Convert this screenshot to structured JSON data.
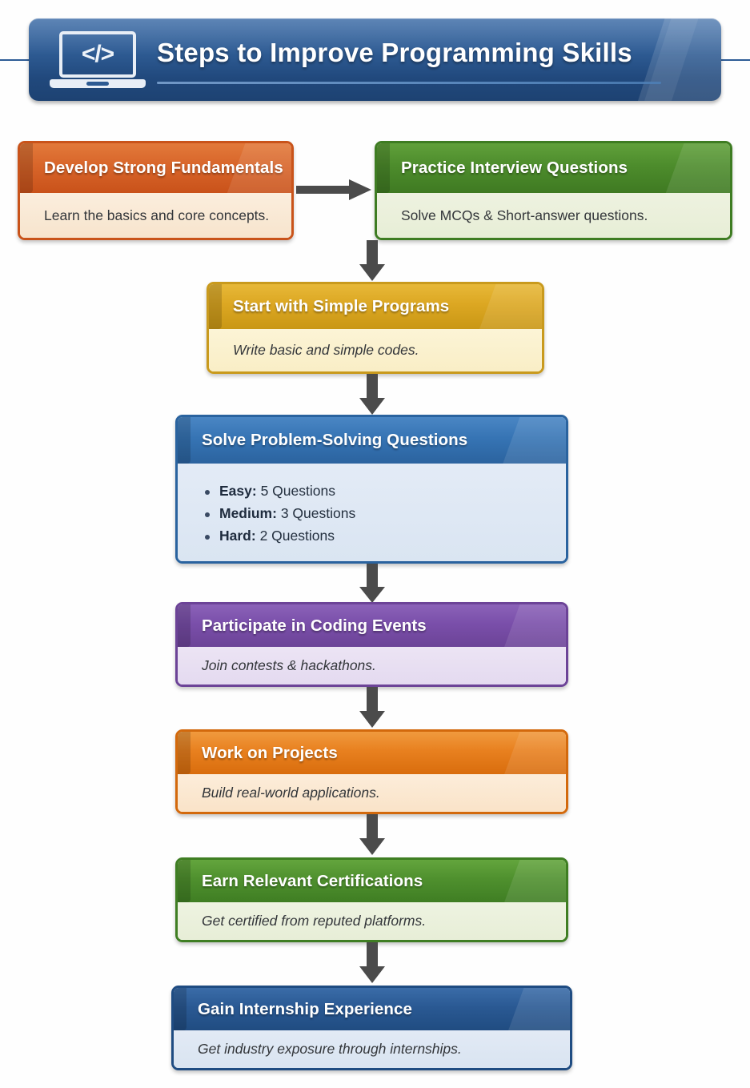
{
  "header": {
    "title": "Steps to Improve Programming Skills",
    "icon": "laptop-code-icon",
    "icon_glyph": "</>",
    "bg_color": "#2e5b93",
    "text_color": "#ffffff"
  },
  "flow": {
    "steps": [
      {
        "id": "develop-strong-fundamentals",
        "title": "Develop Strong Fundamentals",
        "body": "Learn the basics and core concepts.",
        "theme": "t-orange",
        "accent_color": "#d8652a"
      },
      {
        "id": "practice-interview-questions",
        "title": "Practice Interview Questions",
        "body": "Solve MCQs & Short-answer questions.",
        "theme": "t-green",
        "accent_color": "#4d8c2c"
      },
      {
        "id": "start-with-simple-programs",
        "title": "Start with Simple Programs",
        "body": "Write basic and simple codes.",
        "theme": "t-gold",
        "accent_color": "#dca722"
      },
      {
        "id": "solve-problem-solving-questions",
        "title": "Solve Problem-Solving Questions",
        "body": "",
        "theme": "t-blue",
        "accent_color": "#3674b4",
        "bullets": [
          {
            "label": "Easy:",
            "value": "5 Questions"
          },
          {
            "label": "Medium:",
            "value": "3 Questions"
          },
          {
            "label": "Hard:",
            "value": "2 Questions"
          }
        ]
      },
      {
        "id": "participate-in-coding-events",
        "title": "Participate in Coding Events",
        "body": "Join contests & hackathons.",
        "theme": "t-purple",
        "accent_color": "#7a4faa"
      },
      {
        "id": "work-on-projects",
        "title": "Work on Projects",
        "body": "Build real-world applications.",
        "theme": "t-orange2",
        "accent_color": "#e8801f"
      },
      {
        "id": "earn-relevant-certifications",
        "title": "Earn Relevant Certifications",
        "body": "Get certified from reputed platforms.",
        "theme": "t-green2",
        "accent_color": "#4f902e"
      },
      {
        "id": "gain-internship-experience",
        "title": "Gain Internship Experience",
        "body": "Get industry exposure through internships.",
        "theme": "t-navy",
        "accent_color": "#2a5993"
      }
    ],
    "connectors": [
      {
        "id": "connector-1",
        "type": "arrow-right",
        "from": "develop-strong-fundamentals",
        "to": "practice-interview-questions"
      },
      {
        "id": "connector-2",
        "type": "arrow-down",
        "from": "practice-interview-questions",
        "to": "start-with-simple-programs"
      },
      {
        "id": "connector-3",
        "type": "arrow-down",
        "from": "start-with-simple-programs",
        "to": "solve-problem-solving-questions"
      },
      {
        "id": "connector-4",
        "type": "arrow-down",
        "from": "solve-problem-solving-questions",
        "to": "participate-in-coding-events"
      },
      {
        "id": "connector-5",
        "type": "arrow-down",
        "from": "participate-in-coding-events",
        "to": "work-on-projects"
      },
      {
        "id": "connector-6",
        "type": "arrow-down",
        "from": "work-on-projects",
        "to": "earn-relevant-certifications"
      },
      {
        "id": "connector-7",
        "type": "arrow-down",
        "from": "earn-relevant-certifications",
        "to": "gain-internship-experience"
      }
    ],
    "arrow_color": "#4b4b4b"
  },
  "page": {
    "background_color": "#fefefe"
  }
}
